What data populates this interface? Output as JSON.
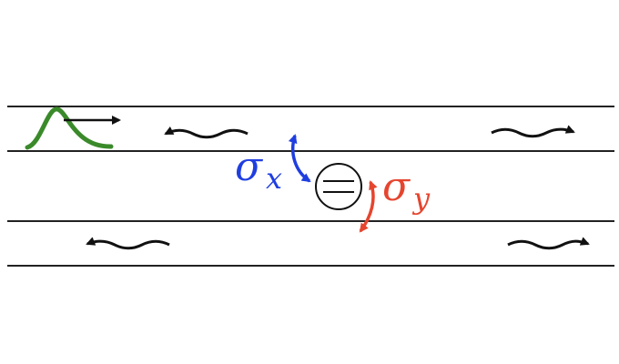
{
  "labels": {
    "sigma_x_symbol": "σ",
    "sigma_x_subscript": "x",
    "sigma_y_symbol": "σ",
    "sigma_y_subscript": "y"
  },
  "colors": {
    "waveguide_lines": "#222222",
    "wave_arrows": "#111111",
    "pulse": "#3a8a2a",
    "sigma_x": "#1f3ee0",
    "sigma_y": "#e5452f",
    "atom_outline": "#111111"
  },
  "icons": {
    "atom": "circle-with-two-horizontal-bars",
    "pulse": "gaussian-pulse",
    "propagating_wave": "wavy-arrow"
  }
}
